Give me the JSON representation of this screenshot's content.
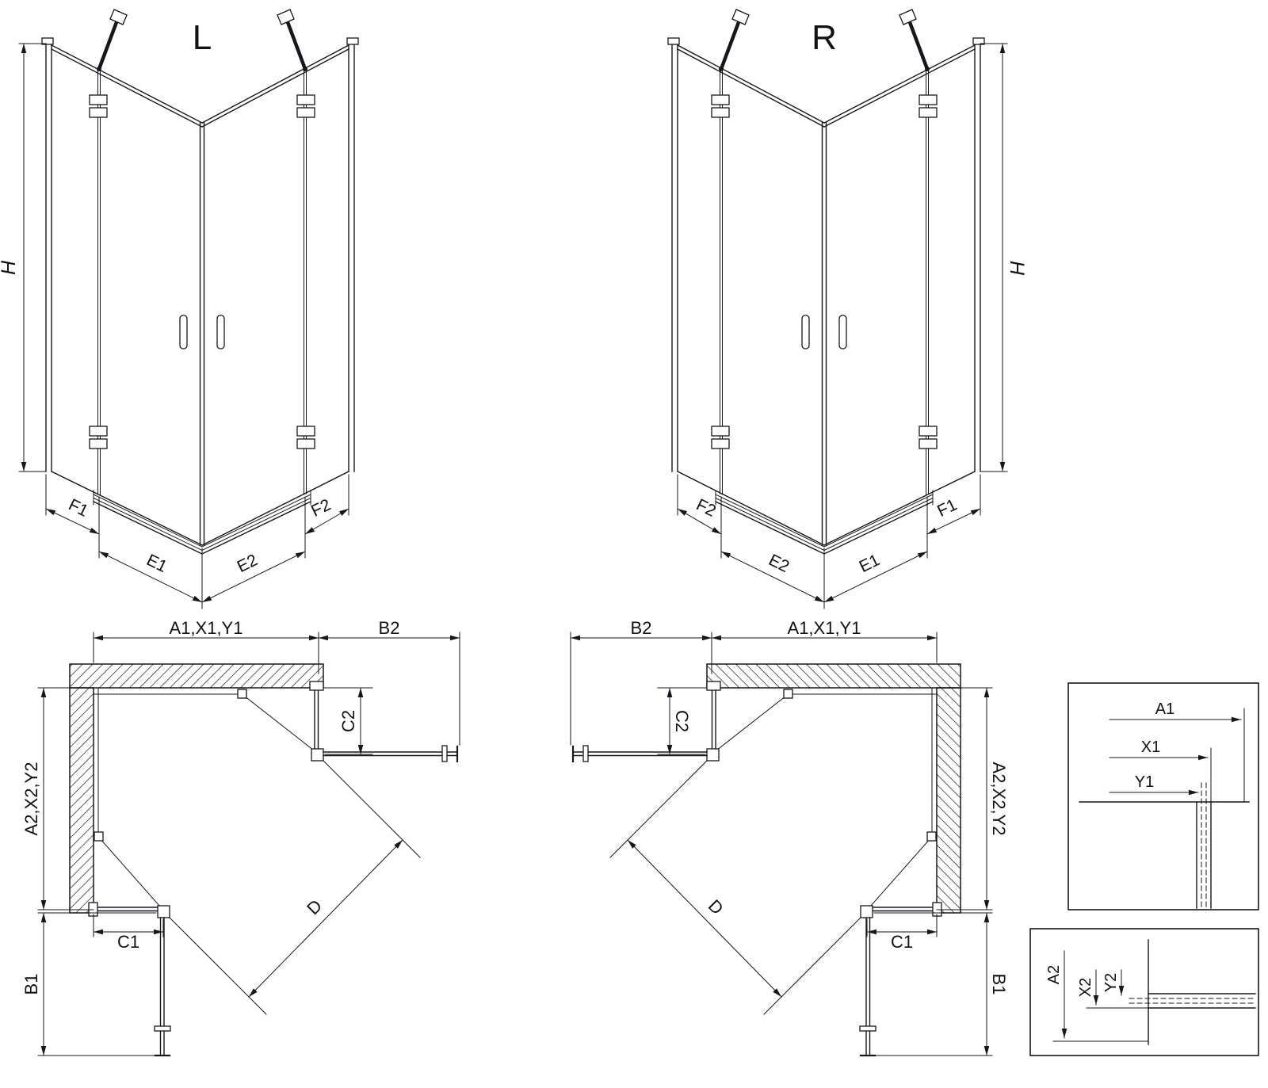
{
  "views": {
    "perspective_left": {
      "title": "L"
    },
    "perspective_right": {
      "title": "R"
    }
  },
  "labels": {
    "height": "H",
    "f1": "F1",
    "e1": "E1",
    "e2": "E2",
    "f2": "F2",
    "width_top": "A1,X1,Y1",
    "depth_side": "A2,X2,Y2",
    "b1": "B1",
    "b2": "B2",
    "c1": "C1",
    "c2": "C2",
    "d": "D",
    "a1": "A1",
    "x1": "X1",
    "y1": "Y1",
    "a2": "A2",
    "x2": "X2",
    "y2": "Y2"
  }
}
